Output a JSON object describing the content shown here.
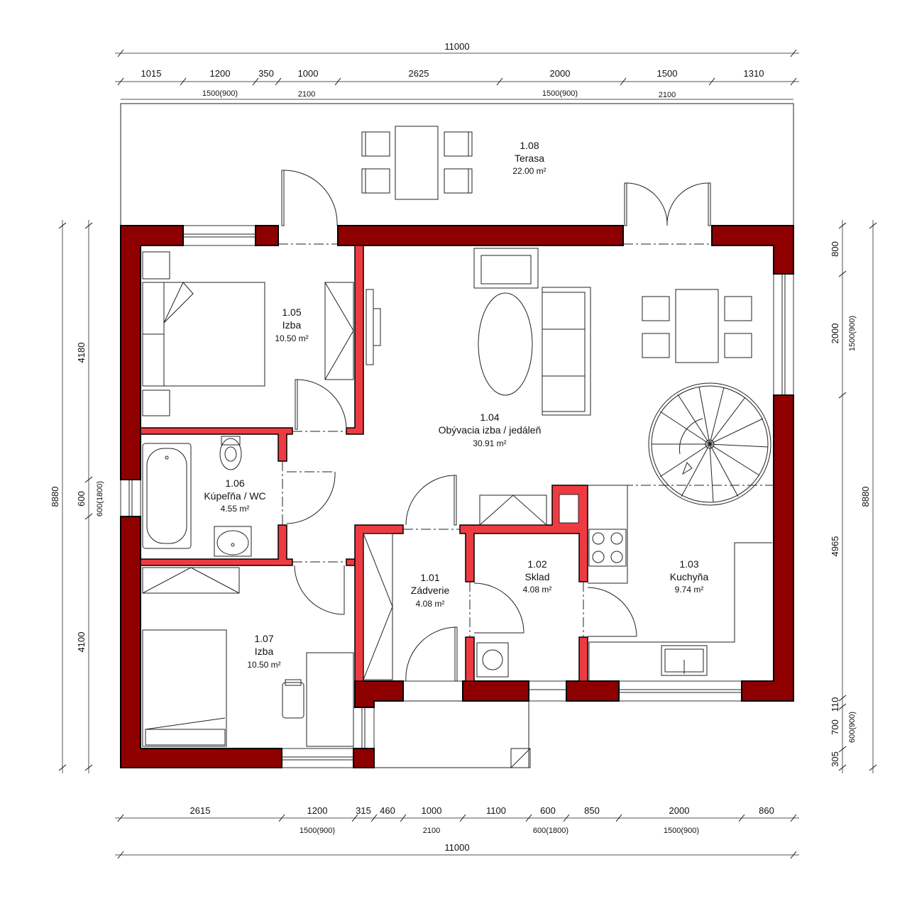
{
  "dimensions": {
    "top_total": "11000",
    "top": [
      "1015",
      "1200",
      "350",
      "1000",
      "2625",
      "2000",
      "1500",
      "1310"
    ],
    "top_openings": [
      "1500(900)",
      "2100",
      "1500(900)",
      "2100"
    ],
    "bottom": [
      "2615",
      "1200",
      "315",
      "460",
      "1000",
      "1100",
      "600",
      "850",
      "2000",
      "860"
    ],
    "bottom_openings": [
      "1500(900)",
      "2100",
      "600(1800)",
      "1500(900)"
    ],
    "bottom_total": "11000",
    "left_total": "8880",
    "left": [
      "4180",
      "600",
      "4100"
    ],
    "left_openings": [
      "600(1800)"
    ],
    "right": [
      "800",
      "2000",
      "4965",
      "110",
      "700",
      "305"
    ],
    "right_openings": [
      "1500(900)",
      "600(900)"
    ],
    "right_total": "8880"
  },
  "rooms": [
    {
      "number": "1.08",
      "name": "Terasa",
      "area": "22.00 m²"
    },
    {
      "number": "1.05",
      "name": "Izba",
      "area": "10.50 m²"
    },
    {
      "number": "1.04",
      "name": "Obývacia izba / jedáleň",
      "area": "30.91 m²"
    },
    {
      "number": "1.06",
      "name": "Kúpeľňa / WC",
      "area": "4.55 m²"
    },
    {
      "number": "1.01",
      "name": "Zádverie",
      "area": "4.08 m²"
    },
    {
      "number": "1.02",
      "name": "Sklad",
      "area": "4.08 m²"
    },
    {
      "number": "1.03",
      "name": "Kuchyňa",
      "area": "9.74 m²"
    },
    {
      "number": "1.07",
      "name": "Izba",
      "area": "10.50 m²"
    }
  ],
  "colors": {
    "exterior_wall": "#8e0000",
    "interior_wall": "#ee3b42"
  }
}
